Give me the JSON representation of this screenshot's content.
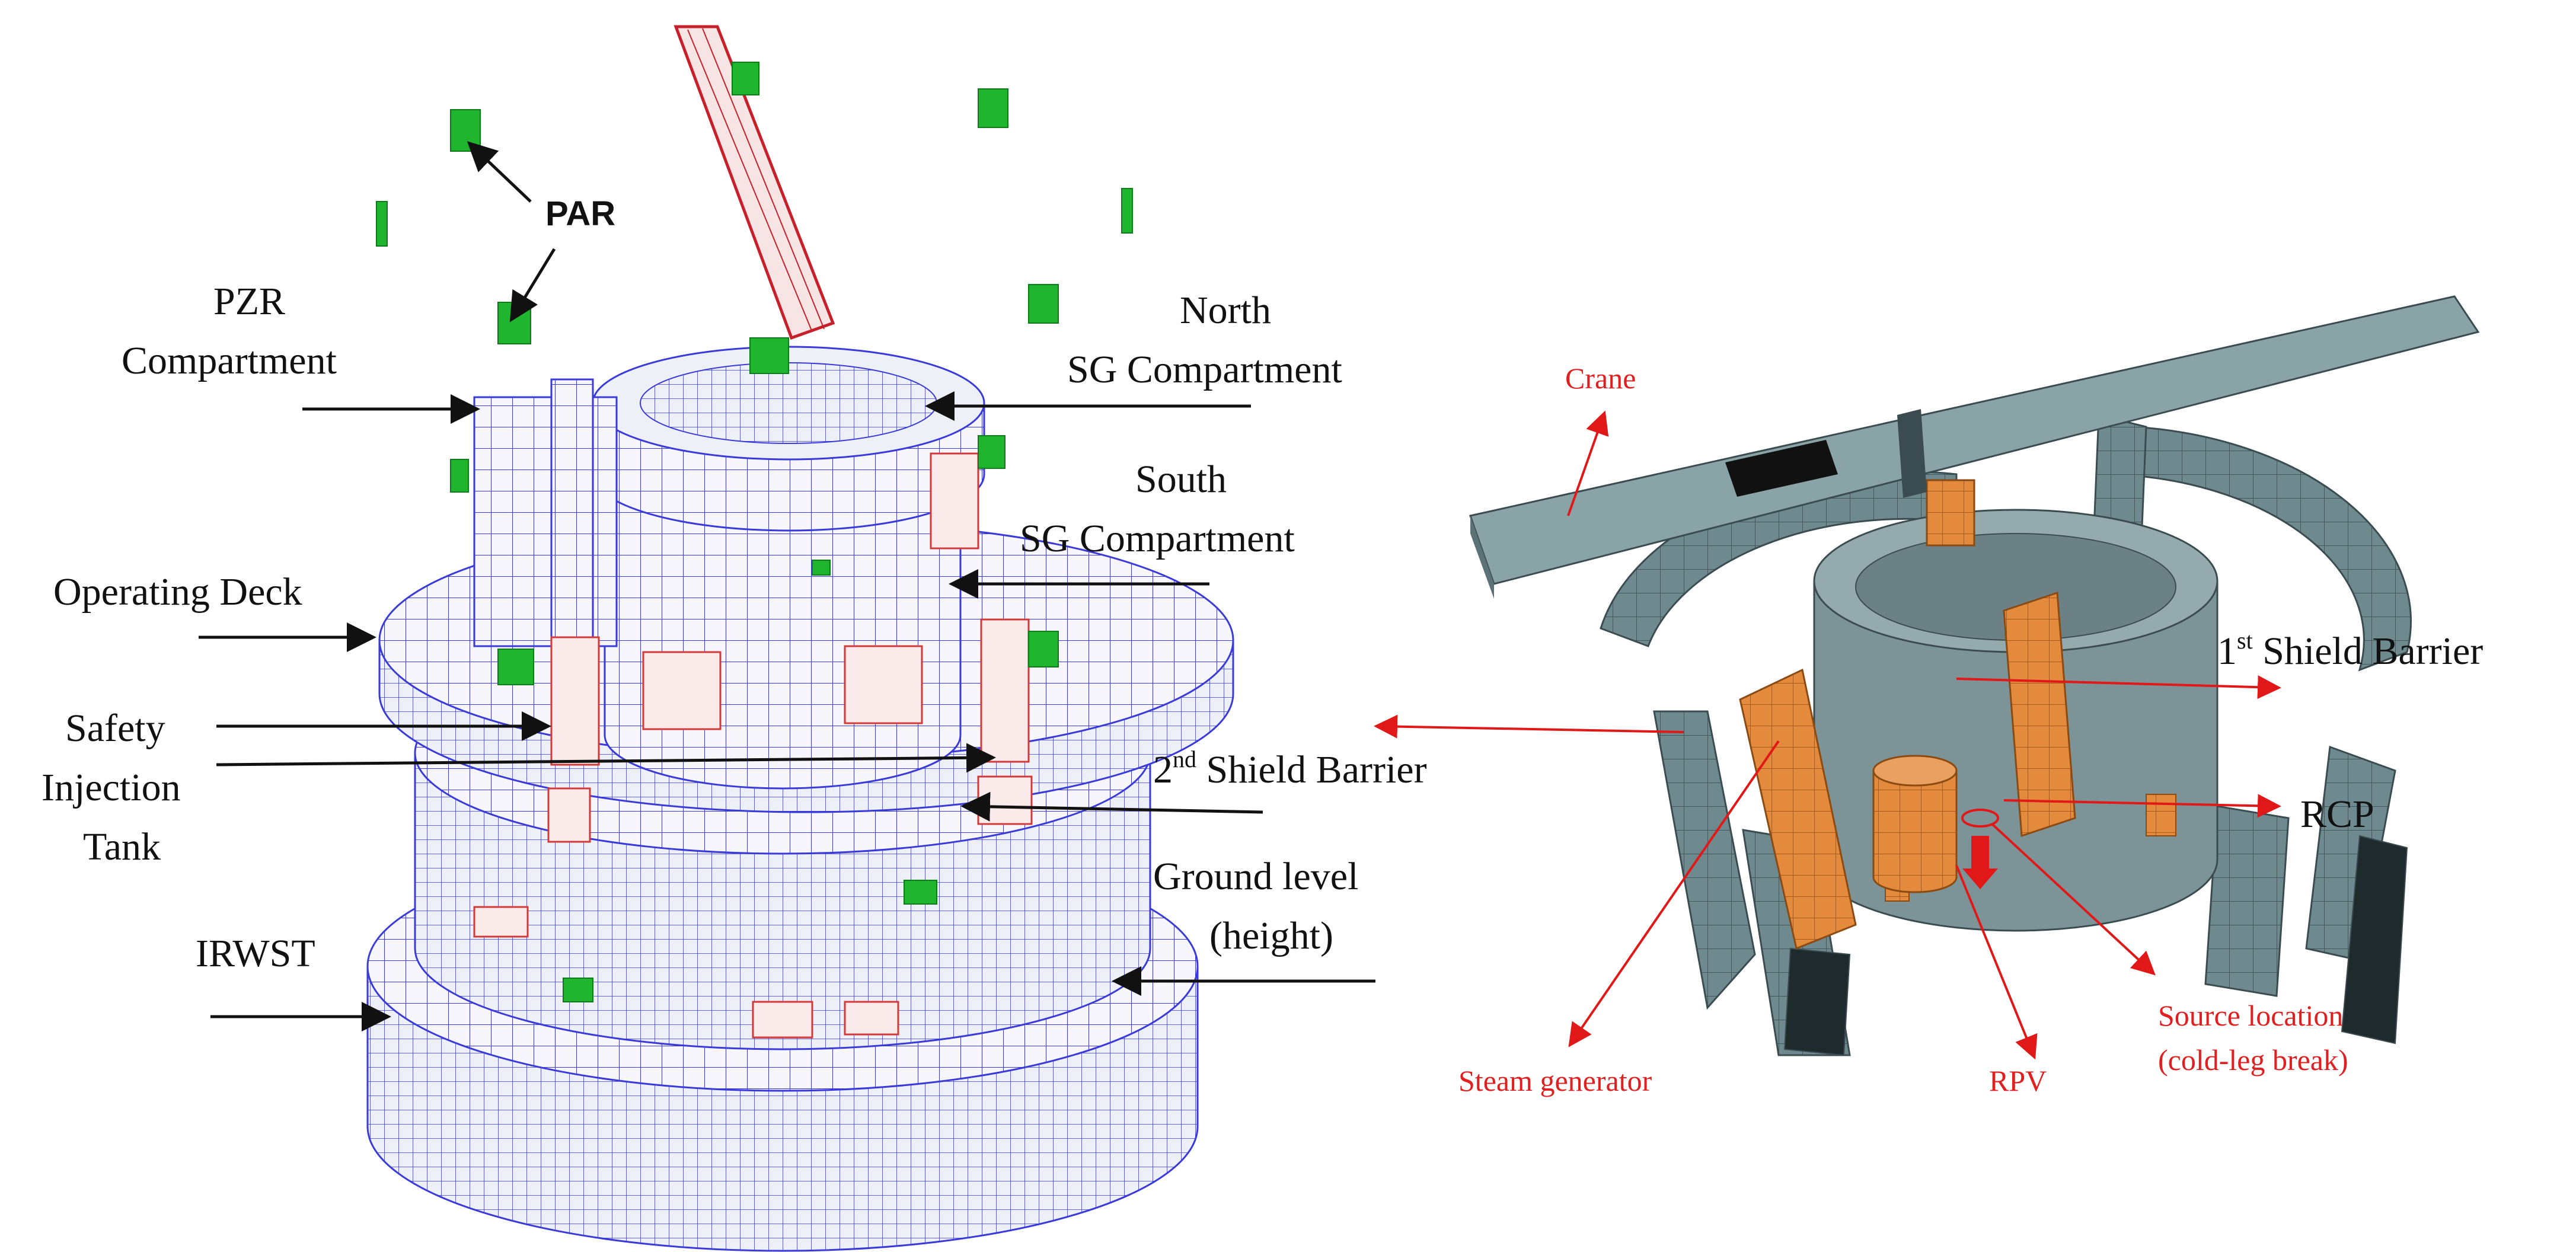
{
  "left_diagram": {
    "labels": {
      "par": "PAR",
      "pzr_line1": "PZR",
      "pzr_line2": "Compartment",
      "north_line1": "North",
      "north_line2": "SG Compartment",
      "south_line1": "South",
      "south_line2": "SG Compartment",
      "operating_deck": "Operating Deck",
      "sit_line1": "Safety",
      "sit_line2": "Injection",
      "sit_line3": "Tank",
      "second_barrier_main": "2",
      "second_barrier_sup": "nd",
      "second_barrier_rest": " Shield Barrier",
      "ground_line1": "Ground level",
      "ground_line2": "(height)",
      "irwst": "IRWST"
    }
  },
  "right_diagram": {
    "labels": {
      "crane": "Crane",
      "first_barrier_main": "1",
      "first_barrier_sup": "st",
      "first_barrier_rest": " Shield Barrier",
      "rcp": "RCP",
      "steam_generator": "Steam generator",
      "rpv": "RPV",
      "source_line1": "Source location",
      "source_line2": "(cold-leg break)"
    }
  },
  "colors": {
    "mesh": "#3a3ad8",
    "par_green": "#1fb52f",
    "highlight_red": "#e01818",
    "structure_grey": "#6f8a8e",
    "component_orange": "#e38a3c"
  }
}
